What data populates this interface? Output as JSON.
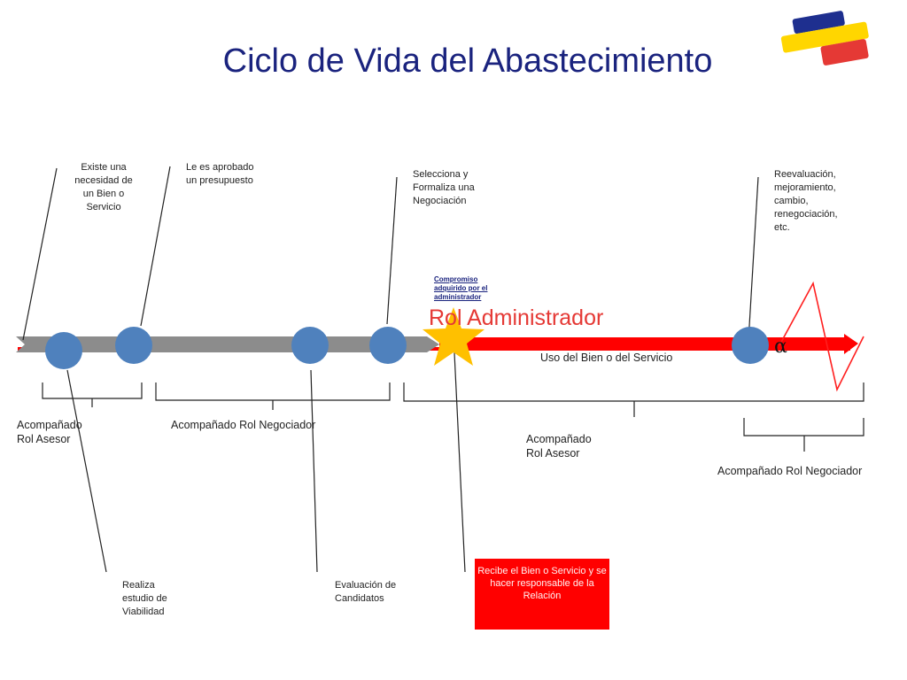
{
  "title": "Ciclo de Vida del Abastecimiento",
  "logo": {
    "colors": [
      "#1e2f8f",
      "#ffd600",
      "#e53935"
    ]
  },
  "colors": {
    "timeline_gray": "#8c8c8c",
    "timeline_red": "#ff0000",
    "node_blue": "#4f81bd",
    "star": "#ffc000",
    "text_blue": "#1a237e",
    "accent_red": "#e53935"
  },
  "notes_top": {
    "existe": "Existe una necesidad de un Bien o Servicio",
    "aprobado": "Le es aprobado un presupuesto",
    "selecciona": "Selecciona y Formaliza una Negociación",
    "reevaluacion": "Reevaluación, mejoramiento, cambio, renegociación, etc."
  },
  "compromiso": "Compromiso adquirido por el administrador",
  "rol_admin": "Rol Administrador",
  "uso": "Uso del Bien o del  Servicio",
  "alpha": "α",
  "brackets": {
    "asesor_1": "Acompañado Rol Asesor",
    "negociador_1": "Acompañado Rol Negociador",
    "asesor_2": "Acompañado Rol Asesor",
    "negociador_2": "Acompañado Rol Negociador"
  },
  "notes_bottom": {
    "estudio": "Realiza estudio de Viabilidad",
    "evaluacion": "Evaluación de Candidatos",
    "recibe": "Recibe el Bien o Servicio y se hacer responsable de la Relación"
  }
}
